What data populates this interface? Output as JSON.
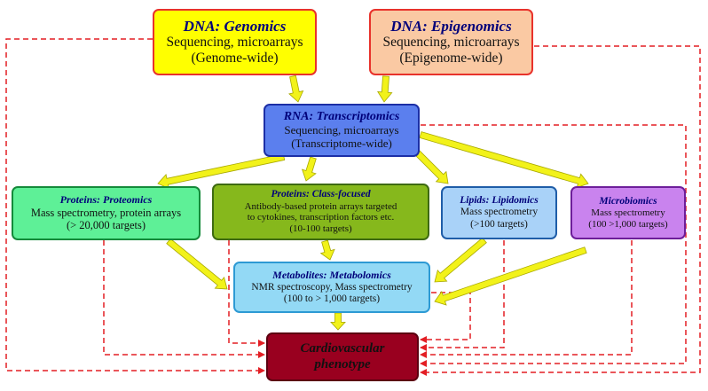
{
  "nodes": {
    "genomics": {
      "title": "DNA: Genomics",
      "line1": "Sequencing, microarrays",
      "line2": "(Genome-wide)"
    },
    "epigenomics": {
      "title": "DNA: Epigenomics",
      "line1": "Sequencing, microarrays",
      "line2": "(Epigenome-wide)"
    },
    "transcriptomics": {
      "title": "RNA: Transcriptomics",
      "line1": "Sequencing, microarrays",
      "line2": "(Transcriptome-wide)"
    },
    "proteomics": {
      "title": "Proteins: Proteomics",
      "line1": "Mass spectrometry, protein arrays",
      "line2": "(> 20,000 targets)"
    },
    "class_focused": {
      "title": "Proteins: Class-focused",
      "line1": "Antibody-based protein arrays targeted",
      "line2": "to cytokines, transcription factors etc.",
      "line3": "(10-100 targets)"
    },
    "lipidomics": {
      "title": "Lipids: Lipidomics",
      "line1": "Mass spectrometry",
      "line2": "(>100 targets)"
    },
    "microbiomics": {
      "title": "Microbiomics",
      "line1": "Mass spectrometry",
      "line2": "(100 >1,000 targets)"
    },
    "metabolomics": {
      "title": "Metabolites: Metabolomics",
      "line1": "NMR spectroscopy, Mass spectrometry",
      "line2": "(100 to > 1,000 targets)"
    },
    "phenotype": {
      "title_line1": "Cardiovascular",
      "title_line2": "phenotype"
    }
  },
  "colors": {
    "solid_arrow_fill": "#f2f21a",
    "solid_arrow_stroke": "#a8a800",
    "dashed_arrow": "#e31e24"
  }
}
